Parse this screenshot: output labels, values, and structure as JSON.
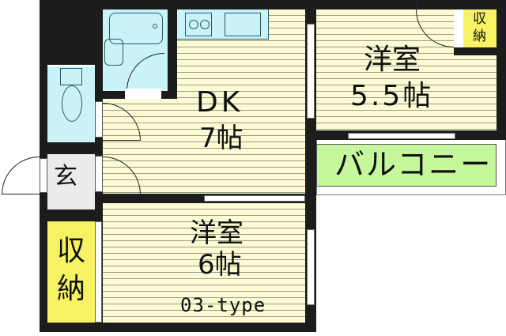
{
  "plan": {
    "type_label": "03-type",
    "rooms": {
      "dk": {
        "name": "DK",
        "size": "7帖"
      },
      "western_room_1": {
        "name": "洋室",
        "size": "5.5帖"
      },
      "western_room_2": {
        "name": "洋室",
        "size": "6帖"
      },
      "balcony": {
        "name": "バルコニー"
      },
      "entrance": {
        "name": "玄"
      },
      "storage_small": {
        "line1": "収",
        "line2": "納"
      },
      "storage_left": {
        "line1": "収",
        "line2": "納"
      }
    },
    "colors": {
      "wall": "#1c1c1c",
      "floor": "#fdfbd3",
      "floor_line": "#9a9a8a",
      "wet_area": "#c9f3f8",
      "storage": "#f6f264",
      "balcony": "#c6f79a",
      "entrance": "#ebebeb"
    }
  }
}
